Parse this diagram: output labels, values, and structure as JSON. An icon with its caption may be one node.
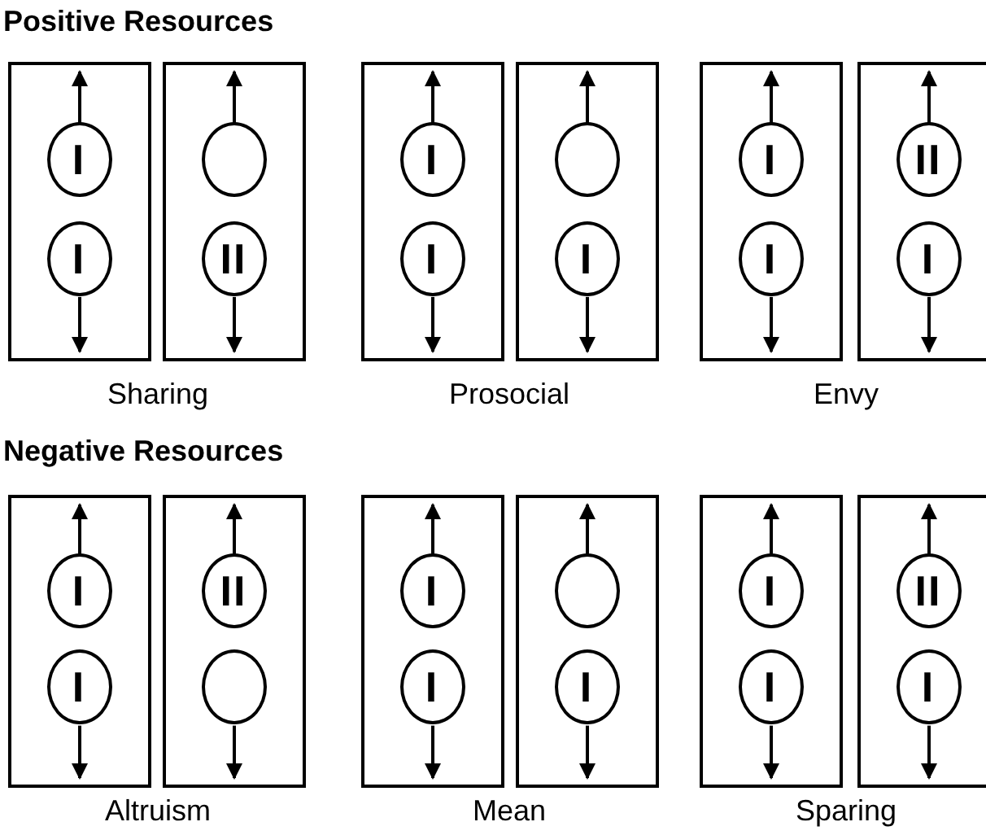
{
  "diagram": {
    "nodes": [
      {
        "text": [],
        "shape": "box"
      },
      {
        "text": [
          "I"
        ],
        "in": 0
      },
      {
        "text": [
          "I"
        ],
        "in": 0
      },
      {
        "text": [],
        "shape": "box"
      },
      {
        "text": [],
        "shape": "circle",
        "in": 3
      },
      {
        "text": [
          "II"
        ],
        "in": 3
      },
      {
        "text": [],
        "shape": "box"
      },
      {
        "text": [
          "I"
        ],
        "in": 6
      },
      {
        "text": [
          "I"
        ],
        "in": 6
      },
      {
        "text": [],
        "shape": "box"
      },
      {
        "text": [],
        "shape": "circle",
        "in": 9
      },
      {
        "text": [
          "I"
        ],
        "in": 9
      },
      {
        "text": [],
        "shape": "box"
      },
      {
        "text": [
          "I"
        ],
        "in": 12
      },
      {
        "text": [
          "I"
        ],
        "in": 12
      },
      {
        "text": [],
        "shape": "box"
      },
      {
        "text": [
          "II"
        ],
        "in": 15
      },
      {
        "text": [
          "I"
        ],
        "in": 15
      },
      {
        "text": [],
        "shape": "box"
      },
      {
        "text": [
          "I"
        ],
        "in": 18
      },
      {
        "text": [
          "I"
        ],
        "in": 18
      },
      {
        "text": [],
        "shape": "box"
      },
      {
        "text": [
          "II"
        ],
        "in": 21
      },
      {
        "text": [],
        "shape": "circle",
        "in": 21
      },
      {
        "text": [],
        "shape": "box"
      },
      {
        "text": [
          "I"
        ],
        "in": 24
      },
      {
        "text": [
          "I"
        ],
        "in": 24
      },
      {
        "text": [],
        "shape": "box"
      },
      {
        "text": [],
        "shape": "circle",
        "in": 27
      },
      {
        "text": [
          "I"
        ],
        "in": 27
      },
      {
        "text": [],
        "shape": "box"
      },
      {
        "text": [
          "I"
        ],
        "in": 30
      },
      {
        "text": [
          "I"
        ],
        "in": 30
      },
      {
        "text": [],
        "shape": "box"
      },
      {
        "text": [
          "II"
        ],
        "in": 33
      },
      {
        "text": [
          "I"
        ],
        "in": 33
      }
    ],
    "edges": [
      {
        "from": 1,
        "to": null,
        "arrow": "to"
      },
      {
        "from": 2,
        "to": null,
        "arrow": "to"
      },
      {
        "from": 4,
        "to": null,
        "arrow": "to"
      },
      {
        "from": 5,
        "to": null,
        "arrow": "to"
      },
      {
        "from": 7,
        "to": null,
        "arrow": "to"
      },
      {
        "from": 8,
        "to": null,
        "arrow": "to"
      },
      {
        "from": 10,
        "to": null,
        "arrow": "to"
      },
      {
        "from": 11,
        "to": null,
        "arrow": "to"
      },
      {
        "from": 13,
        "to": null,
        "arrow": "to"
      },
      {
        "from": 14,
        "to": null,
        "arrow": "to"
      },
      {
        "from": 16,
        "to": null,
        "arrow": "to"
      },
      {
        "from": 17,
        "to": null,
        "arrow": "to"
      },
      {
        "from": 19,
        "to": null,
        "arrow": "to"
      },
      {
        "from": 20,
        "to": null,
        "arrow": "to"
      },
      {
        "from": 22,
        "to": null,
        "arrow": "to"
      },
      {
        "from": 23,
        "to": null,
        "arrow": "to"
      },
      {
        "from": 25,
        "to": null,
        "arrow": "to"
      },
      {
        "from": 26,
        "to": null,
        "arrow": "to"
      },
      {
        "from": 28,
        "to": null,
        "arrow": "to"
      },
      {
        "from": 29,
        "to": null,
        "arrow": "to"
      },
      {
        "from": 31,
        "to": null,
        "arrow": "to"
      },
      {
        "from": 32,
        "to": null,
        "arrow": "to"
      },
      {
        "from": 34,
        "to": null,
        "arrow": "to"
      },
      {
        "from": 35,
        "to": null,
        "arrow": "to"
      }
    ],
    "labels": [
      "Positive Resources",
      "Sharing",
      "Prosocial",
      "Envy",
      "Negative Resources",
      "Altruism",
      "Mean",
      "Sparing"
    ]
  }
}
